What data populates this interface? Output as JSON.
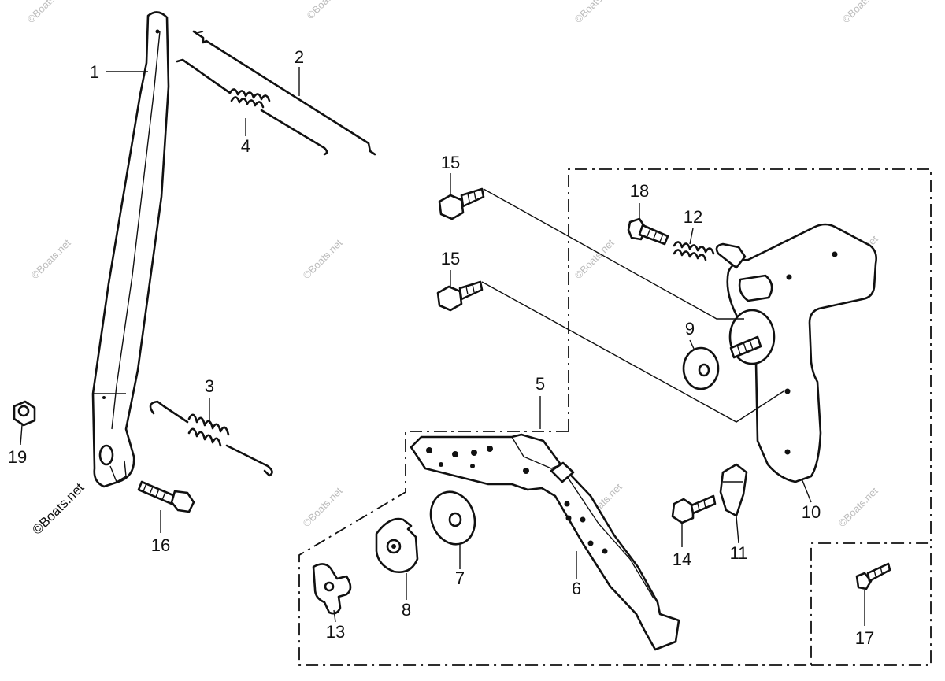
{
  "watermark": {
    "short": "©Boats.net",
    "main": "©Boats.net"
  },
  "callouts": [
    {
      "id": "1",
      "label": "1"
    },
    {
      "id": "2",
      "label": "2"
    },
    {
      "id": "3",
      "label": "3"
    },
    {
      "id": "4",
      "label": "4"
    },
    {
      "id": "5",
      "label": "5"
    },
    {
      "id": "6",
      "label": "6"
    },
    {
      "id": "7",
      "label": "7"
    },
    {
      "id": "8",
      "label": "8"
    },
    {
      "id": "9",
      "label": "9"
    },
    {
      "id": "10",
      "label": "10"
    },
    {
      "id": "11",
      "label": "11"
    },
    {
      "id": "12",
      "label": "12"
    },
    {
      "id": "13",
      "label": "13"
    },
    {
      "id": "14",
      "label": "14"
    },
    {
      "id": "15a",
      "label": "15"
    },
    {
      "id": "15b",
      "label": "15"
    },
    {
      "id": "16",
      "label": "16"
    },
    {
      "id": "17",
      "label": "17"
    },
    {
      "id": "18",
      "label": "18"
    },
    {
      "id": "19",
      "label": "19"
    }
  ]
}
